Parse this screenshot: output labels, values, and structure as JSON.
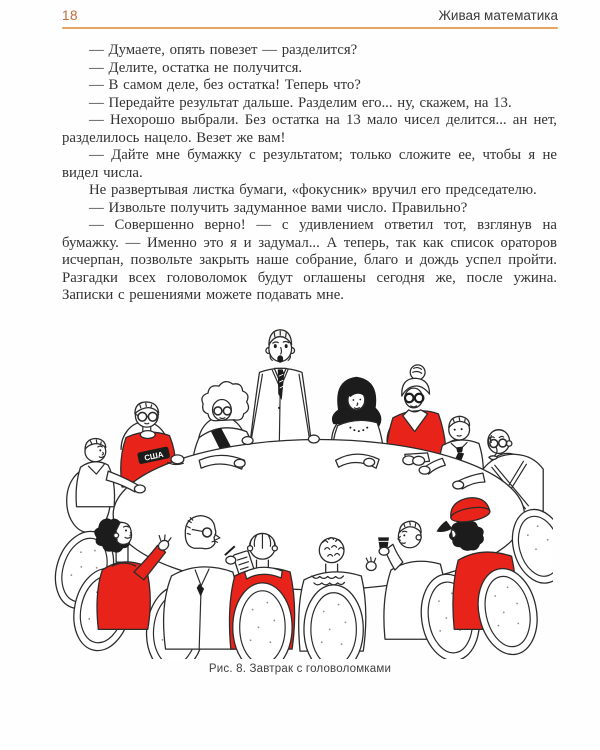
{
  "header": {
    "page_number": "18",
    "book_title": "Живая математика"
  },
  "content": {
    "paragraphs": [
      "— Думаете, опять повезет — разделится?",
      "— Делите, остатка не получится.",
      "— В самом деле, без остатка! Теперь что?",
      "— Передайте результат дальше. Разделим его... ну, скажем, на 13.",
      "— Нехорошо выбрали. Без остатка на 13 мало чисел делится... ан нет, разделилось нацело. Везет же вам!",
      "— Дайте мне бумажку с результатом; только сложите ее, чтобы я не видел числа.",
      "Не развертывая листка бумаги, «фокусник» вручил его председателю.",
      "— Извольте получить задуманное вами число. Правильно?",
      "— Совершенно верно! — с удивлением ответил тот, взглянув на бумажку. — Именно это я и задумал... А теперь, так как список ораторов исчерпан, позвольте закрыть наше собрание, благо и дождь успел пройти. Разгадки всех головоломок будут оглашены сегодня же, после ужина. Записки с решениями можете подавать мне."
    ]
  },
  "figure": {
    "caption": "Рис. 8. Завтрак с головоломками",
    "badge_text": "США"
  },
  "colors": {
    "page_number": "#c06a38",
    "header_rule": "#e5a562",
    "title_text": "#3a3a3a",
    "body_text": "#333333",
    "illustration_red": "#e8241a",
    "line_art": "#2b2b2b",
    "caption_text": "#3f3f3f"
  }
}
